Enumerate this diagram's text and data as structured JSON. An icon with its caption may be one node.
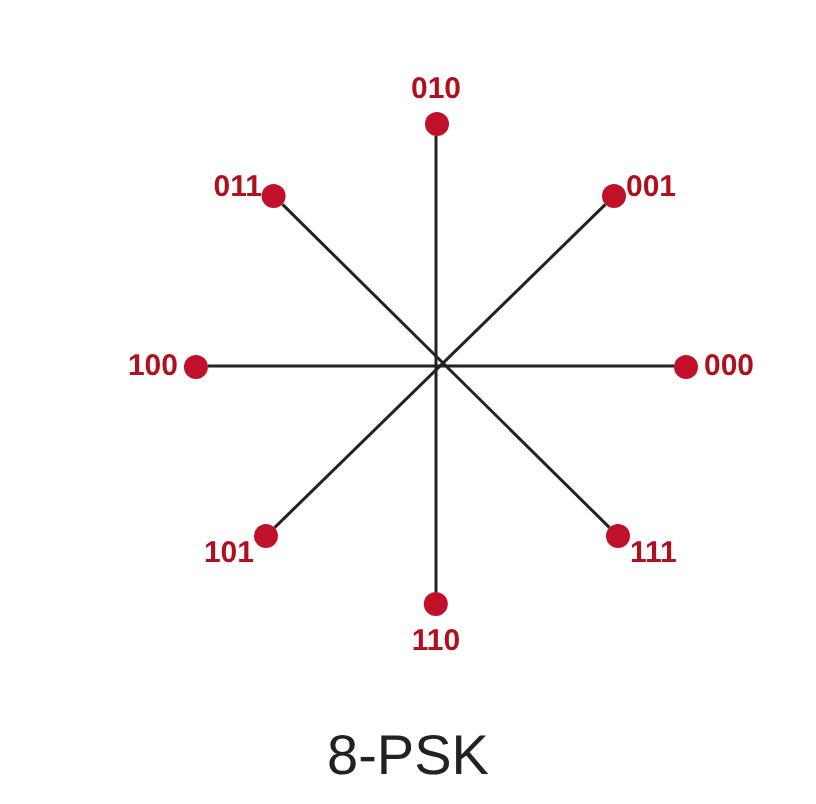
{
  "diagram": {
    "title": "8-PSK",
    "nodes": [
      {
        "text": [
          "010"
        ]
      },
      {
        "text": [
          "011"
        ]
      },
      {
        "text": [
          "001"
        ]
      },
      {
        "text": [
          "100"
        ]
      },
      {
        "text": [
          "000"
        ]
      },
      {
        "text": [
          "101"
        ]
      },
      {
        "text": [
          "111"
        ]
      },
      {
        "text": [
          "110"
        ]
      }
    ],
    "edges": [
      {
        "from": 0,
        "to": 7,
        "arrow": "none"
      },
      {
        "from": 1,
        "to": 6,
        "arrow": "none"
      },
      {
        "from": 2,
        "to": 5,
        "arrow": "none"
      },
      {
        "from": 3,
        "to": 4,
        "arrow": "none"
      }
    ]
  }
}
